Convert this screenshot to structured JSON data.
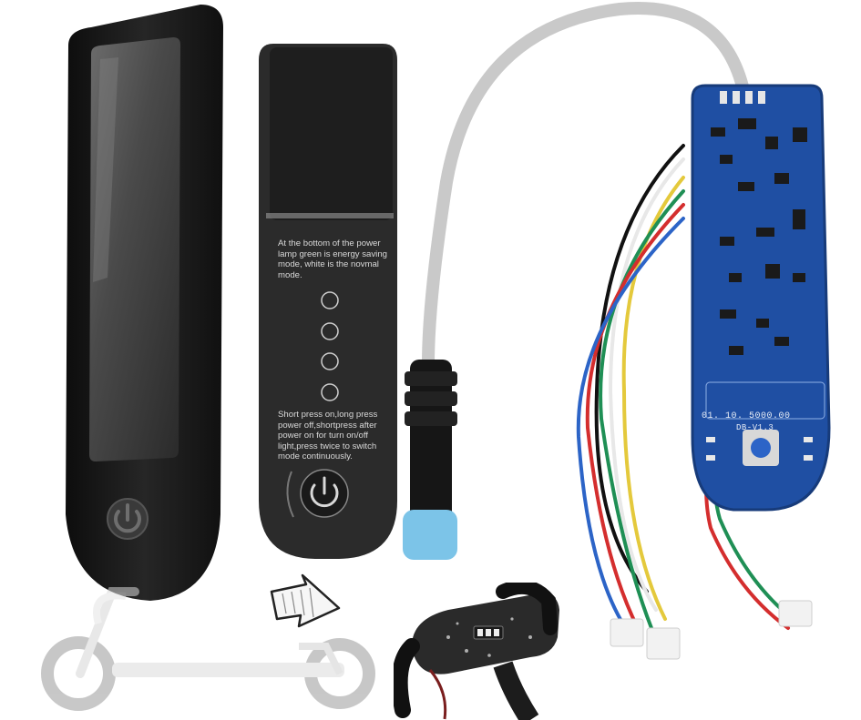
{
  "sticker": {
    "top_text": "At the bottom of the power lamp green is energy saving mode, white is the novmal mode.",
    "bottom_text": "Short press on,long press power off,shortpress after power on for turn on/off light,press twice to switch mode continuously."
  },
  "pcb": {
    "version_label": "01. 10. 5000.00",
    "model_label": "DB-V1.3"
  },
  "icons": [
    "power-icon",
    "arrow-pointer-icon"
  ],
  "colors": {
    "cover": "#1c1c1c",
    "sticker": "#2a2a2a",
    "pcb": "#1f4fa3",
    "cable": "#c9c9c9",
    "connector_tip": "#7cc4e8"
  }
}
